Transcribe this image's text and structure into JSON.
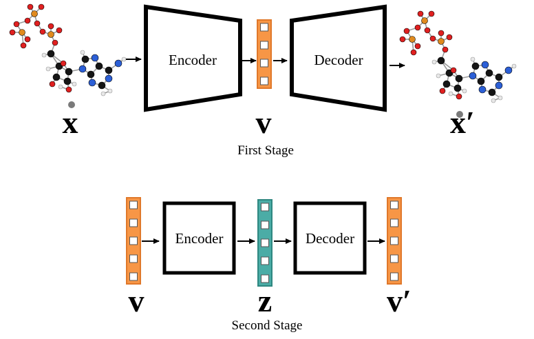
{
  "first_stage": {
    "caption": "First Stage",
    "encoder_label": "Encoder",
    "decoder_label": "Decoder",
    "input_var": "x",
    "latent_var": "v",
    "output_var": "x′",
    "latent_cells": 4
  },
  "second_stage": {
    "caption": "Second Stage",
    "encoder_label": "Encoder",
    "decoder_label": "Decoder",
    "input_var": "v",
    "latent_var": "z",
    "output_var": "v′",
    "vector_cells": 5
  },
  "colors": {
    "orange_vector": "#F79646",
    "teal_vector": "#4BACA6",
    "orange_border": "#E0782A",
    "teal_border": "#2E8780",
    "oxygen": "#E02020",
    "phosphorus": "#E08A1E",
    "carbon": "#151515",
    "nitrogen": "#2C5FD6",
    "hydrogen": "#E8E8E8"
  }
}
